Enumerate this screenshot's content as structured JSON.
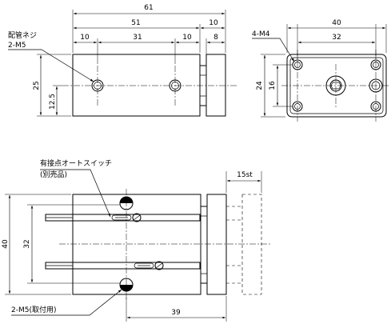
{
  "top_view": {
    "dim_overall": "61",
    "dim_body": "51",
    "dim_end": "10",
    "dim_left_port": "10",
    "dim_port_pitch": "31",
    "dim_right_port": "10",
    "dim_cap": "8",
    "dim_height": "25",
    "dim_half_height": "12.5",
    "label_port_name": "配管ネジ",
    "label_port_spec": "2-M5"
  },
  "end_view": {
    "dim_width": "40",
    "dim_hole_pitch_x": "32",
    "dim_height": "24",
    "dim_hole_pitch_y": "16",
    "label_holes": "4-M4"
  },
  "side_view": {
    "label_switch": "有接点オートスイッチ",
    "label_switch_note": "(別売品)",
    "dim_stroke": "15st",
    "dim_height": "40",
    "dim_rail_pitch": "32",
    "dim_length": "39",
    "label_mount_holes": "2-M5(取付用)"
  }
}
